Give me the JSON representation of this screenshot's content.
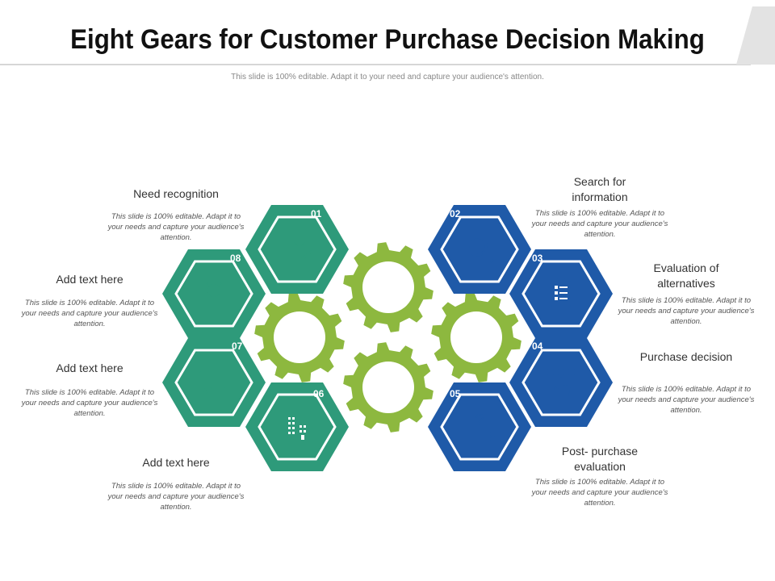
{
  "title": "Eight Gears for Customer Purchase Decision Making",
  "subtitle": "This slide is 100% editable. Adapt it to your need and capture your audience's attention.",
  "colors": {
    "green": "#2e9a7a",
    "blue": "#1f5aa8",
    "gear": "#8db83f",
    "tab": "#e3e3e3"
  },
  "steps": [
    {
      "number": "01",
      "label": "Need recognition",
      "desc": "This slide is 100% editable. Adapt it to your needs and capture your audience's attention.",
      "icon": "hand-receive-icon"
    },
    {
      "number": "02",
      "label": "Search for information",
      "desc": "This slide is 100% editable. Adapt it to your needs and capture your audience's attention.",
      "icon": "magnifier-icon"
    },
    {
      "number": "03",
      "label": "Evaluation of alternatives",
      "desc": "This slide is 100% editable. Adapt it to your needs and capture your audience's attention.",
      "icon": "checklist-icon"
    },
    {
      "number": "04",
      "label": "Purchase decision",
      "desc": "This slide is 100% editable. Adapt it to your needs and capture your audience's attention.",
      "icon": "touch-select-icon"
    },
    {
      "number": "05",
      "label": "Post- purchase evaluation",
      "desc": "This slide is 100% editable. Adapt it to your needs and capture your audience's attention.",
      "icon": "question-sign-icon"
    },
    {
      "number": "06",
      "label": "Add text here",
      "desc": "This slide is 100% editable. Adapt it to your needs and capture your audience's attention.",
      "icon": "building-icon"
    },
    {
      "number": "07",
      "label": "Add text here",
      "desc": "This slide is 100% editable. Adapt it to your needs and capture your audience's attention.",
      "icon": "chat-icon"
    },
    {
      "number": "08",
      "label": "Add text here",
      "desc": "This slide is 100% editable. Adapt it to your needs and capture your audience's attention.",
      "icon": "lightbulb-icon"
    }
  ]
}
